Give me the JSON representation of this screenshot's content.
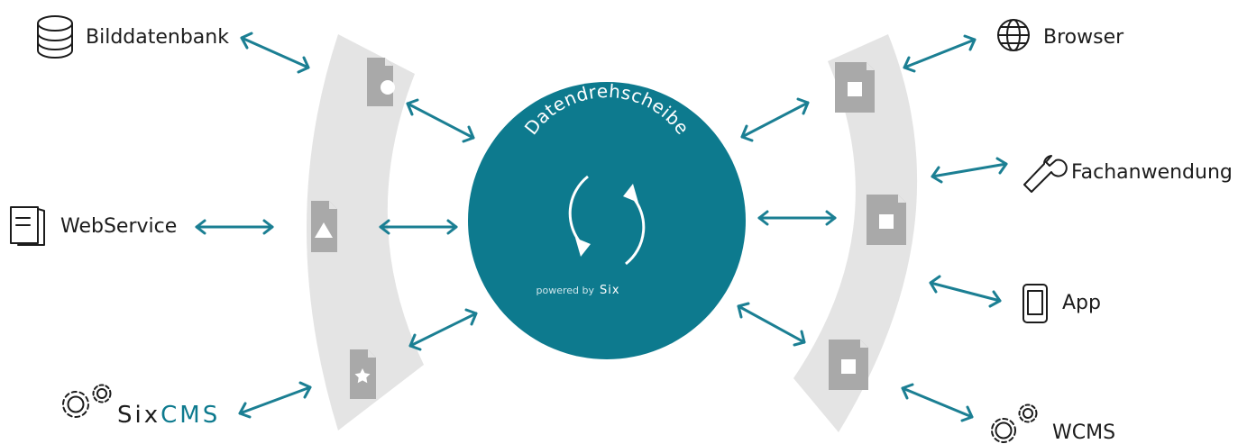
{
  "hub": {
    "title": "Datendrehscheibe",
    "powered_by": "powered by",
    "brand": "Six",
    "color": "#0d7a8e"
  },
  "left_systems": [
    {
      "label": "Bilddatenbank",
      "icon": "database-icon"
    },
    {
      "label": "WebService",
      "icon": "document-stack-icon"
    },
    {
      "label_part1": "Six",
      "label_part2": "CMS",
      "icon": "gears-icon"
    }
  ],
  "right_systems": [
    {
      "label": "Browser",
      "icon": "globe-icon"
    },
    {
      "label": "Fachanwendung",
      "icon": "wrench-icon"
    },
    {
      "label": "App",
      "icon": "smartphone-icon"
    },
    {
      "label": "WCMS",
      "icon": "gears-icon"
    }
  ],
  "left_documents": [
    "image-document-icon",
    "vector-document-icon",
    "star-document-icon"
  ],
  "right_documents": [
    "box-document-icon",
    "box-document-icon",
    "box-document-icon"
  ],
  "colors": {
    "arrow": "#1b7f93",
    "band": "#e4e4e4",
    "document": "#a9a9a9",
    "text": "#1c1c1c",
    "brand_accent": "#0d7a8e"
  }
}
